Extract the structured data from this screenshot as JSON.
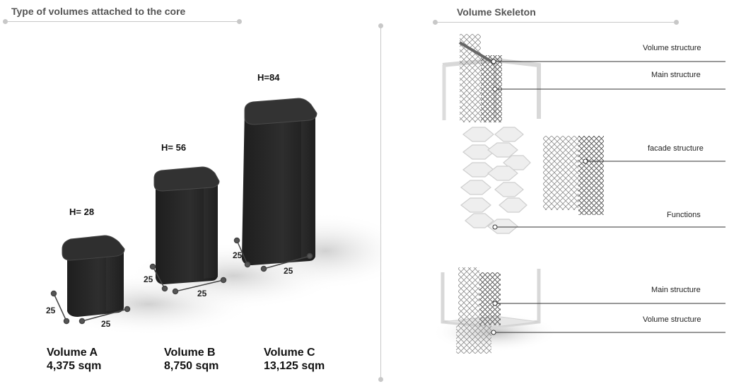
{
  "left": {
    "title": "Type of volumes attached to the core",
    "volumes": [
      {
        "name": "Volume A",
        "area": "4,375 sqm",
        "height_label": "H= 28",
        "dim_depth": "25",
        "dim_width": "25"
      },
      {
        "name": "Volume B",
        "area": "8,750 sqm",
        "height_label": "H= 56",
        "dim_depth": "25",
        "dim_width": "25"
      },
      {
        "name": "Volume C",
        "area": "13,125 sqm",
        "height_label": "H=84",
        "dim_depth": "25",
        "dim_width": "25"
      }
    ]
  },
  "right": {
    "title": "Volume Skeleton",
    "callouts": [
      "Volume structure",
      "Main structure",
      "facade structure",
      "Functions",
      "Main structure",
      "Volume structure"
    ]
  },
  "colors": {
    "volume_fill": "#2a2a2a",
    "volume_top": "#3a3a3a",
    "rule": "#c8c8c8",
    "leader": "#333333"
  }
}
